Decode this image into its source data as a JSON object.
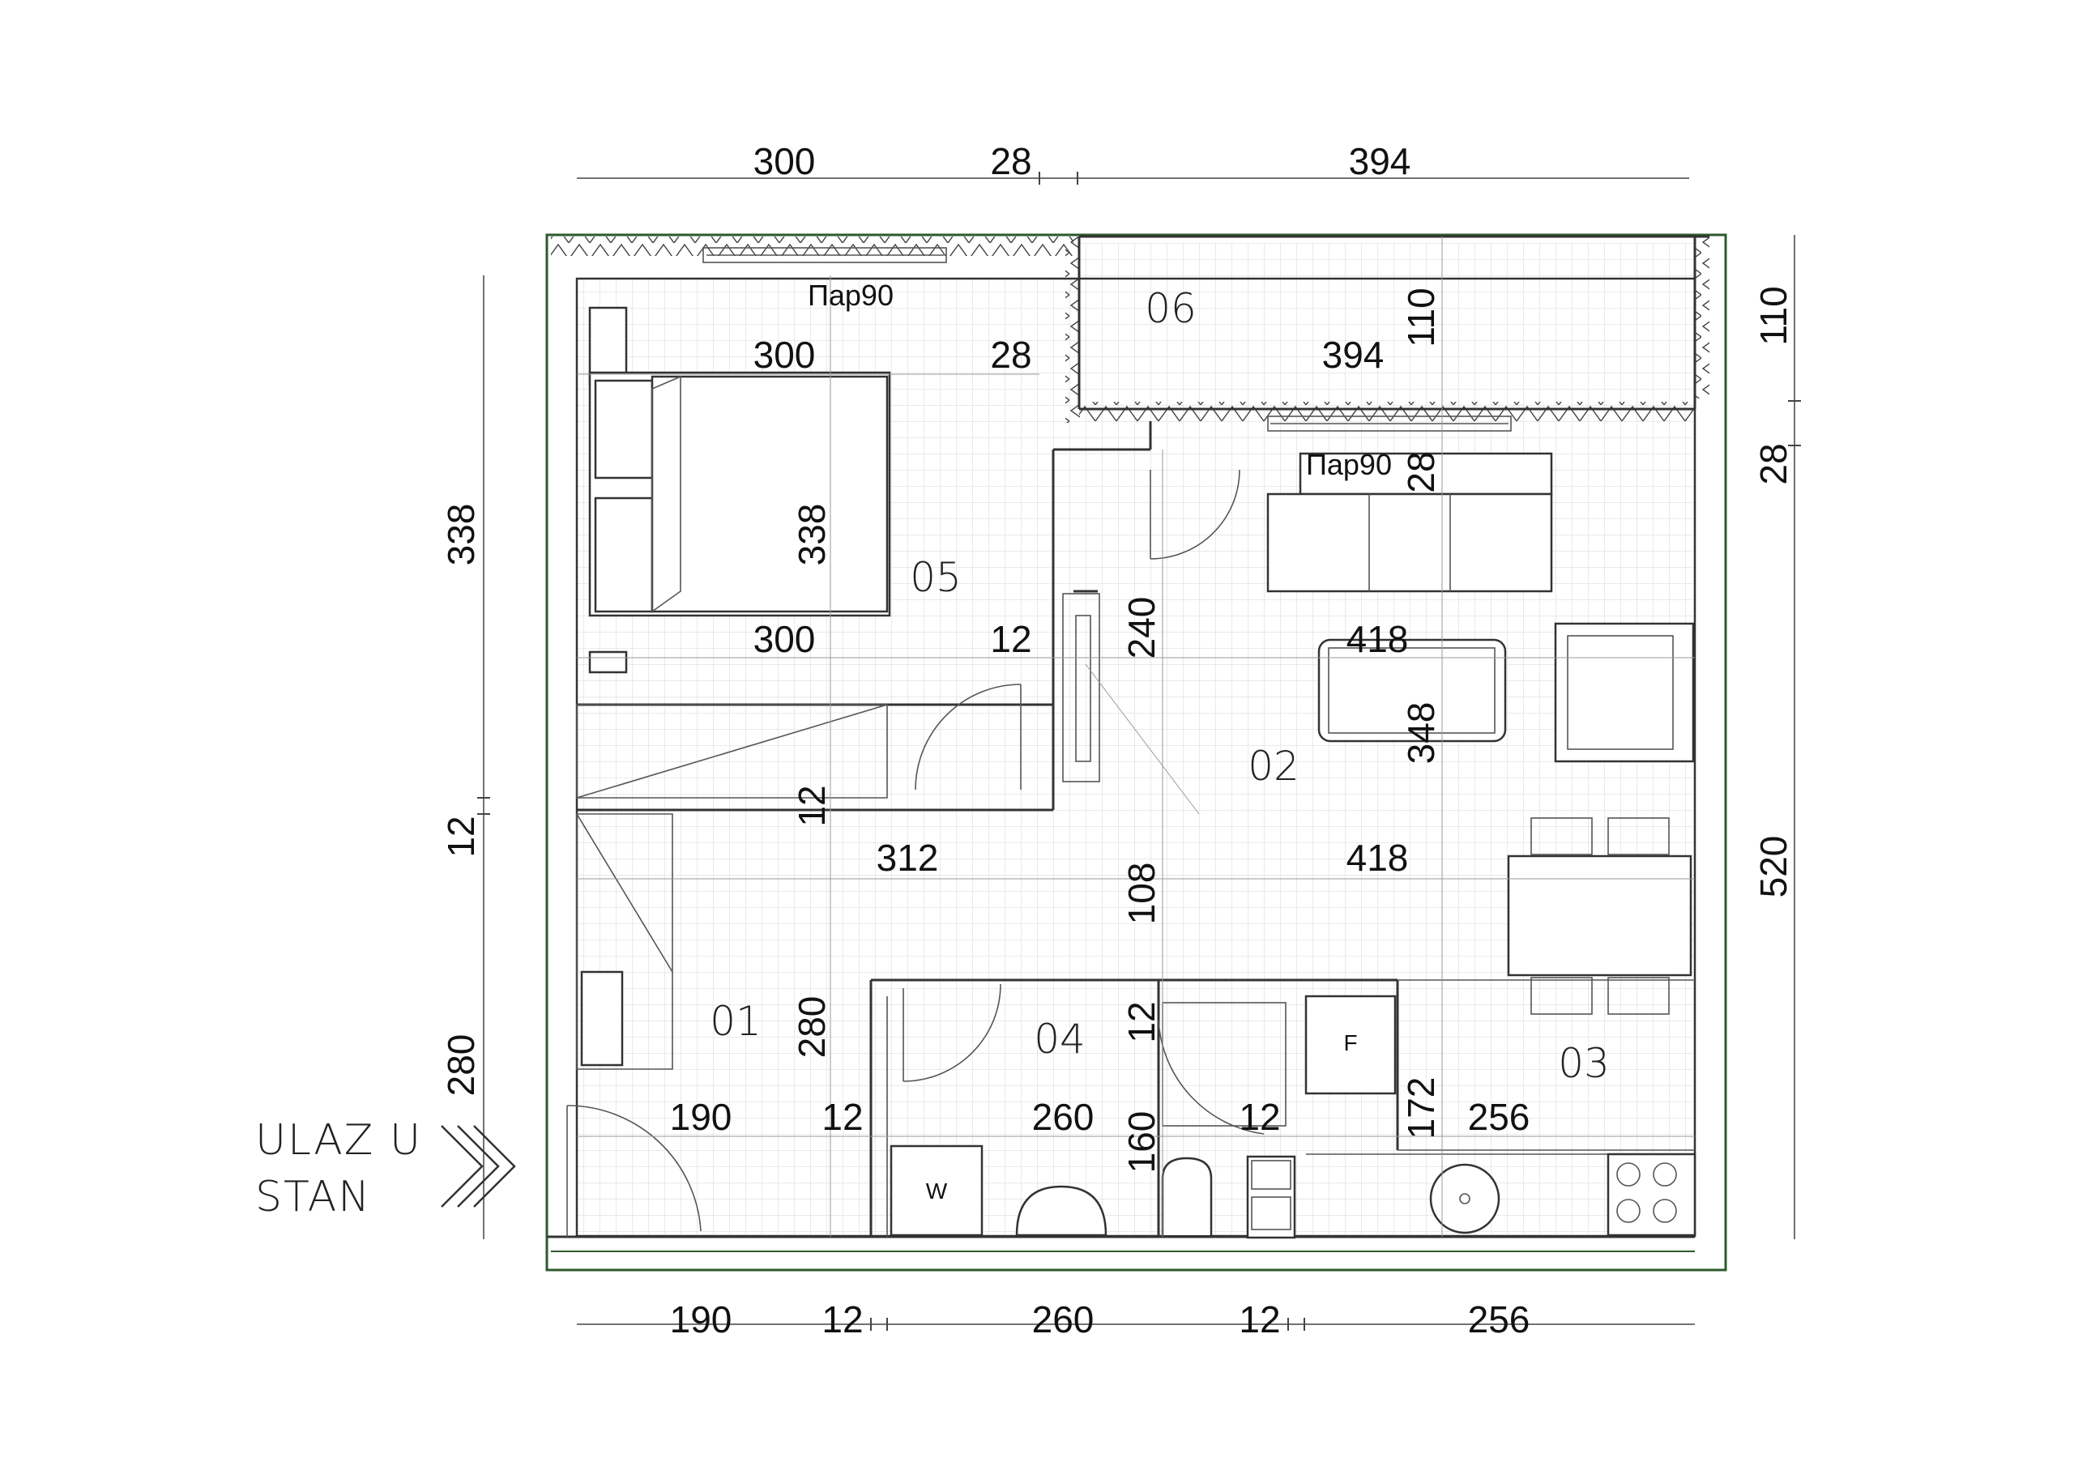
{
  "dimensions_top": {
    "d1": "300",
    "d2": "28",
    "d3": "394"
  },
  "dimensions_bottom": {
    "d1": "190",
    "d2": "12",
    "d3": "260",
    "d4": "12",
    "d5": "256"
  },
  "dimensions_left": {
    "d1": "338",
    "d2": "12",
    "d3": "280"
  },
  "dimensions_right": {
    "d1": "110",
    "d2": "28",
    "d3": "520"
  },
  "rooms": {
    "r01": "01",
    "r02": "02",
    "r03": "03",
    "r04": "04",
    "r05": "05",
    "r06": "06"
  },
  "inner_dims": {
    "bed_300_top": "300",
    "bed_28_top": "28",
    "balc_394": "394",
    "balc_110": "110",
    "bed_338": "338",
    "bed_300_mid": "300",
    "bed_12_mid": "12",
    "liv_240": "240",
    "liv_418_top": "418",
    "liv_348": "348",
    "liv_28": "28",
    "hall_12": "12",
    "hall_312": "312",
    "hall_108": "108",
    "liv_418_mid": "418",
    "ent_280": "280",
    "ent_190": "190",
    "ent_12": "12",
    "bath_260": "260",
    "bath_12_v": "12",
    "bath_160": "160",
    "bath_12_h": "12",
    "kit_172": "172",
    "kit_256": "256"
  },
  "window_labels": {
    "w1": "Пар90",
    "w2": "Пар90"
  },
  "appliances": {
    "washer": "W",
    "fridge": "F"
  },
  "entrance": {
    "line1": "ULAZ U",
    "line2": "STAN"
  }
}
